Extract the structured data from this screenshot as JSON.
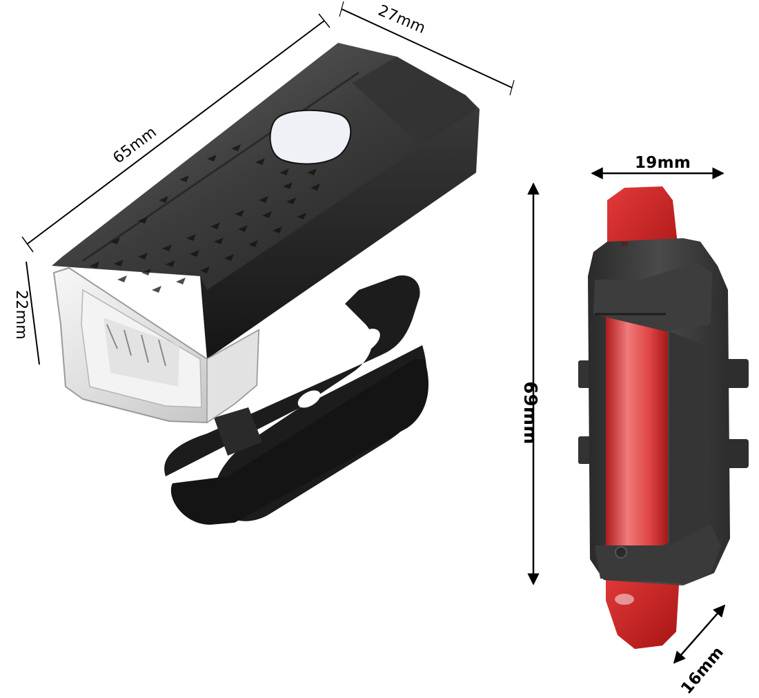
{
  "image": {
    "subject": "Bicycle light set: USB front headlight and red rear taillight with dimensions",
    "background": "#ffffff"
  },
  "headlight": {
    "label": "front-headlight",
    "body_color": "#2b2b2b",
    "lens_color": "#e8e8e8",
    "button_color": "#eef1f6",
    "dimensions": {
      "length": "65mm",
      "width": "27mm",
      "height": "22mm"
    }
  },
  "taillight": {
    "label": "rear-taillight",
    "body_color": "#3a3a3a",
    "lens_color": "#d42a2a",
    "dimensions": {
      "width": "19mm",
      "length": "69mm",
      "depth": "16mm"
    }
  }
}
